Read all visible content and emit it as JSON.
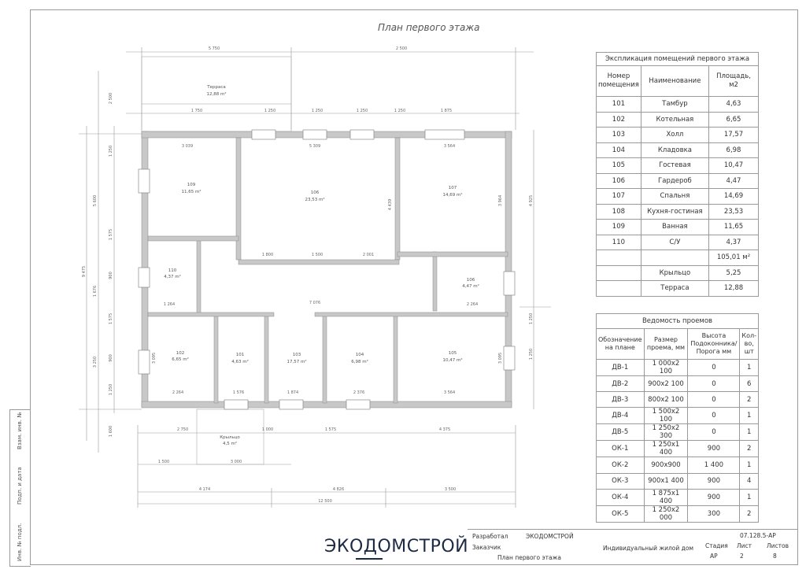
{
  "plan_title": "План первого этажа",
  "terrace_label": "Терраса",
  "terrace_area": "12,88 m²",
  "porch_label": "Крыльцо",
  "porch_area": "4,5 m²",
  "rooms_plan": [
    {
      "num": "109",
      "area": "11,65 m²"
    },
    {
      "num": "106",
      "area": "23,53 m²"
    },
    {
      "num": "107",
      "area": "14,69 m²"
    },
    {
      "num": "110",
      "area": "4,37 m²"
    },
    {
      "num": "106",
      "area": "4,47 m²"
    },
    {
      "num": "102",
      "area": "6,65 m²"
    },
    {
      "num": "101",
      "area": "4,63 m²"
    },
    {
      "num": "103",
      "area": "17,57 m²"
    },
    {
      "num": "104",
      "area": "6,98 m²"
    },
    {
      "num": "105",
      "area": "10,47 m²"
    }
  ],
  "dims": {
    "top1": "5 750",
    "top2": "2 500",
    "mid_a": "1 750",
    "mid_b": "1 250",
    "mid_c": "1 250",
    "mid_d": "1 250",
    "mid_e": "1 250",
    "mid_f": "1 875",
    "inner_top_a": "3 039",
    "inner_top_b": "5 309",
    "inner_top_c": "3 564",
    "inner_mid_a": "1 800",
    "inner_mid_b": "1 500",
    "inner_mid_c": "2 001",
    "corr": "7 076",
    "r110": "1 264",
    "r106w": "2 264",
    "bot_a": "2 264",
    "bot_b": "1 576",
    "bot_c": "1 874",
    "bot_d": "2 376",
    "bot_e": "3 564",
    "below_a": "2 750",
    "below_b": "1 000",
    "below_c": "1 575",
    "below_d": "4 375",
    "porch_a": "1 500",
    "porch_b": "3 000",
    "total_a": "4 174",
    "total_b": "4 826",
    "total_c": "3 500",
    "total": "12 500",
    "left_a": "2 500",
    "left_b": "1 250",
    "left_c": "1 575",
    "left_d": "900",
    "left_e": "1 575",
    "left_f": "900",
    "left_g": "1 250",
    "left_big1": "5 600",
    "left_big2": "9 475",
    "left_big3": "3 250",
    "left_1600": "1 600",
    "left_1676": "1 676",
    "right_a": "4 925",
    "right_b": "1 250",
    "right_c": "1 250",
    "h_106": "4 439",
    "h_107": "3 964",
    "h_105": "3 095",
    "h_102": "3 095"
  },
  "rooms_table": {
    "title": "Экспликация помещений первого этажа",
    "col_num": "Номер помещения",
    "col_name": "Наименование",
    "col_area": "Площадь, м2",
    "rows": [
      {
        "num": "101",
        "name": "Тамбур",
        "area": "4,63"
      },
      {
        "num": "102",
        "name": "Котельная",
        "area": "6,65"
      },
      {
        "num": "103",
        "name": "Холл",
        "area": "17,57"
      },
      {
        "num": "104",
        "name": "Кладовка",
        "area": "6,98"
      },
      {
        "num": "105",
        "name": "Гостевая",
        "area": "10,47"
      },
      {
        "num": "106",
        "name": "Гардероб",
        "area": "4,47"
      },
      {
        "num": "107",
        "name": "Спальня",
        "area": "14,69"
      },
      {
        "num": "108",
        "name": "Кухня-гостиная",
        "area": "23,53"
      },
      {
        "num": "109",
        "name": "Ванная",
        "area": "11,65"
      },
      {
        "num": "110",
        "name": "С/У",
        "area": "4,37"
      }
    ],
    "total": "105,01 м²",
    "extra": [
      {
        "name": "Крыльцо",
        "area": "5,25"
      },
      {
        "name": "Терраса",
        "area": "12,88"
      }
    ]
  },
  "openings_table": {
    "title": "Ведомость проемов",
    "col_mark": "Обозначение на плане",
    "col_size": "Размер проема, мм",
    "col_height": "Высота Подоконника/ Порога мм",
    "col_qty": "Кол-во, шт",
    "rows": [
      {
        "mark": "ДВ-1",
        "size": "1 000х2 100",
        "h": "0",
        "qty": "1"
      },
      {
        "mark": "ДВ-2",
        "size": "900х2 100",
        "h": "0",
        "qty": "6"
      },
      {
        "mark": "ДВ-3",
        "size": "800х2 100",
        "h": "0",
        "qty": "2"
      },
      {
        "mark": "ДВ-4",
        "size": "1 500х2 100",
        "h": "0",
        "qty": "1"
      },
      {
        "mark": "ДВ-5",
        "size": "1 250х2 300",
        "h": "0",
        "qty": "1"
      },
      {
        "mark": "ОК-1",
        "size": "1 250х1 400",
        "h": "900",
        "qty": "2"
      },
      {
        "mark": "ОК-2",
        "size": "900х900",
        "h": "1 400",
        "qty": "1"
      },
      {
        "mark": "ОК-3",
        "size": "900х1 400",
        "h": "900",
        "qty": "4"
      },
      {
        "mark": "ОК-4",
        "size": "1 875х1 400",
        "h": "900",
        "qty": "1"
      },
      {
        "mark": "ОК-5",
        "size": "1 250х2 000",
        "h": "300",
        "qty": "2"
      }
    ]
  },
  "stamp": {
    "logo": "ЭКОДОМСТРОЙ",
    "developed_label": "Разработал",
    "developed_value": "ЭКОДОМСТРОЙ",
    "client_label": "Заказчик",
    "sheet_name": "План первого этажа",
    "code": "07.128.5-АР",
    "object": "Индивидуальный жилой дом",
    "stage_label": "Стадия",
    "stage": "АР",
    "sheet_label": "Лист",
    "sheet": "2",
    "sheets_label": "Листов",
    "sheets": "8"
  },
  "side": {
    "a": "Взам. инв. №",
    "b": "Подп. и дата",
    "c": "Инв. № подл."
  }
}
